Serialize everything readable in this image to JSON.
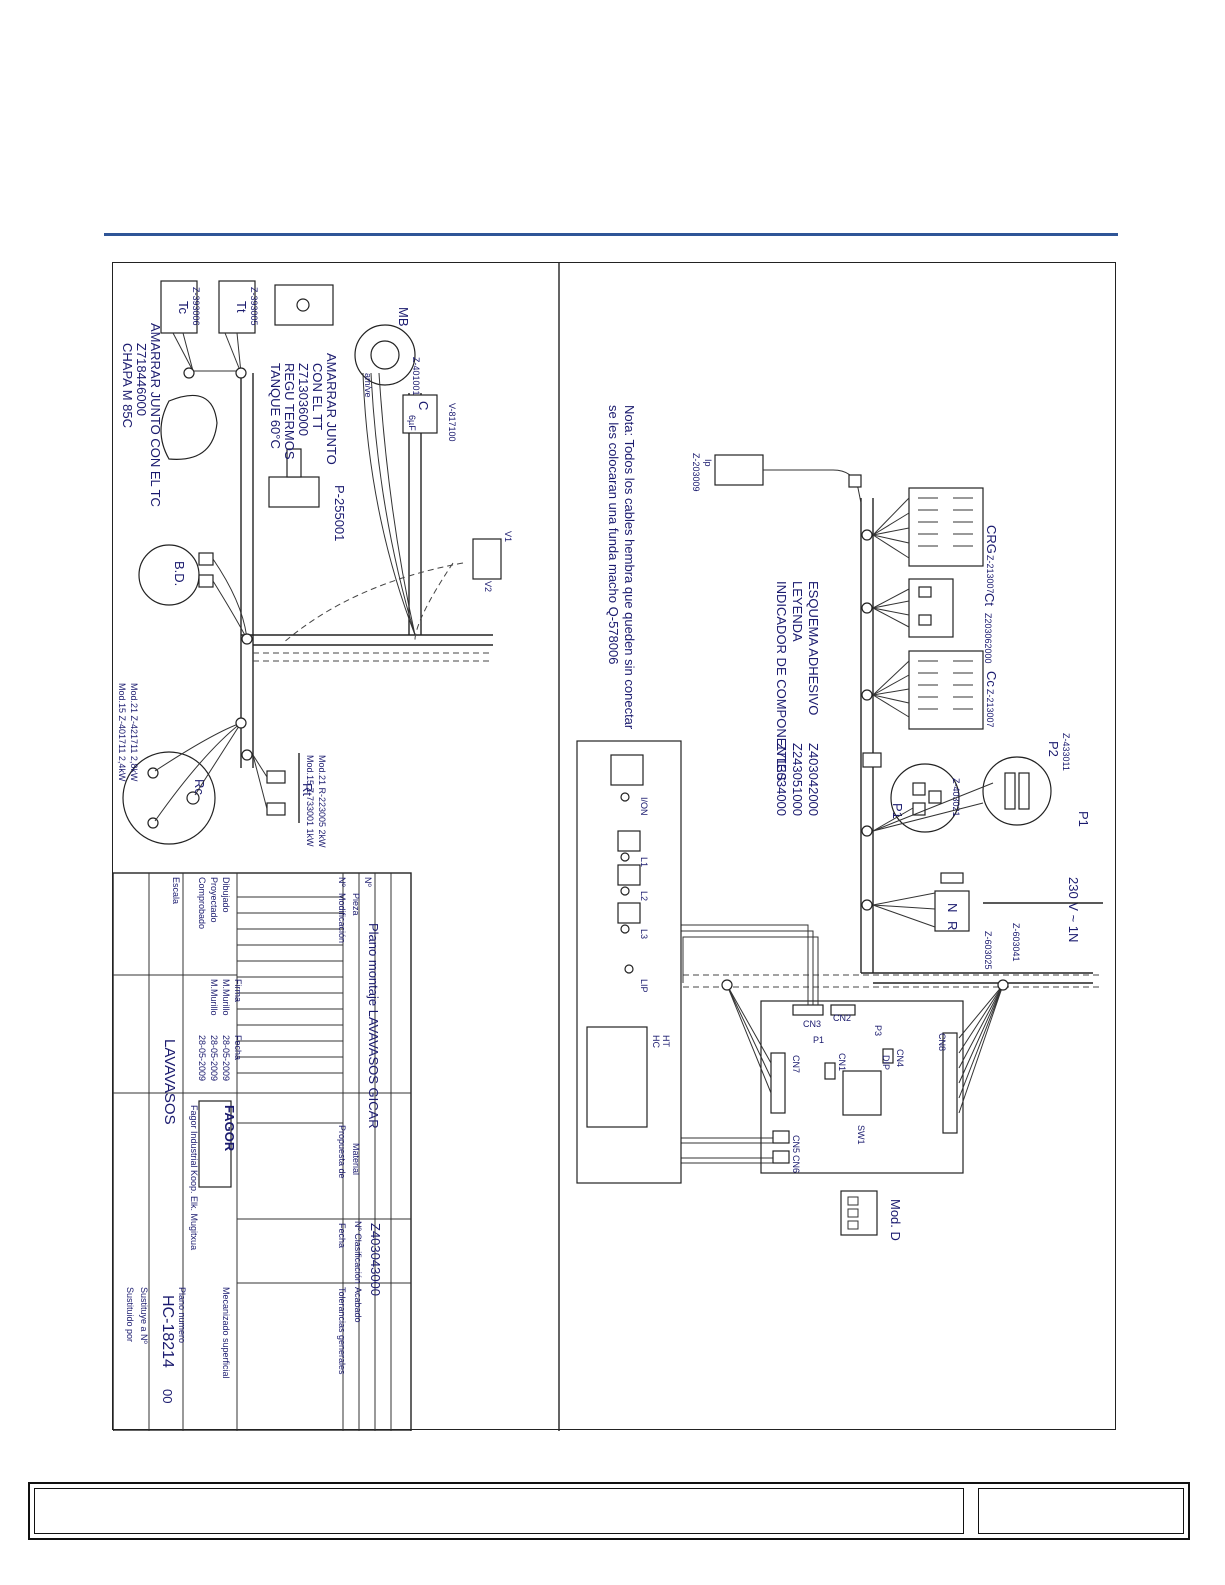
{
  "legend": {
    "title1": "ESQUEMA ADHESIVO",
    "title2": "LEYENDA",
    "title3": "INDICADOR DE COMPONENTES",
    "code1": "Z403042000",
    "code2": "Z243051000",
    "code3": "Z713034000"
  },
  "note": {
    "line1": "Nota: Todos los cables hembra que queden sin conectar",
    "line2": "se les colocaran una funda macho Q-578006"
  },
  "supply": "230 V ~ 1N",
  "mod_d": "Mod. D",
  "components": {
    "crg": "CRG",
    "crg_code": "Z-213007",
    "ct": "Ct",
    "ct_code": "Z203062000",
    "cc": "Cc",
    "cc_code": "Z-213007",
    "p1": "P1",
    "p1_code": "Z-403021",
    "p2": "P2",
    "p2_code": "Z-433011",
    "ip": "Ip",
    "ip_code": "Z-203009",
    "n": "N",
    "r": "R",
    "nr_code1": "Z-603041",
    "nr_code2": "Z-603025",
    "mb": "MB",
    "mb_code": "Z-401001",
    "c": "C",
    "c_val": "6µF",
    "c_code": "V-817100",
    "p_code": "P-255001",
    "v1": "V1",
    "v2": "V2",
    "bd": "B.D.",
    "rc": "Rc",
    "rt": "Rt",
    "tc": "Tc",
    "tt": "Tt",
    "tc_code": "Z-393006",
    "tt_code": "Z-393005"
  },
  "board": {
    "cn1": "CN1",
    "cn2": "CN2",
    "cn3": "CN3",
    "cn4": "CN4",
    "cn5": "CN5",
    "cn6": "CN6",
    "cn7": "CN7",
    "cn8": "CN8",
    "sw1": "SW1",
    "p3": "P3",
    "p1": "P1",
    "dip": "DIP"
  },
  "panel": {
    "ion": "I/ON",
    "l1": "L1",
    "l2": "L2",
    "l3": "L3",
    "lip": "LIP",
    "hc": "HC",
    "ht": "HT"
  },
  "notes_left": {
    "amarrar_tc1": "AMARRAR JUNTO CON EL TC",
    "amarrar_tc2": "Z718446000",
    "amarrar_tc3": "CHAPA M 85C",
    "amarrar_tt1": "AMARRAR JUNTO",
    "amarrar_tt2": "CON EL TT",
    "amarrar_tt3": "Z713036000",
    "amarrar_tt4": "REGU TERMOS",
    "amarrar_tt5": "TANQUE 60°C",
    "amve": "am/ve",
    "rt_mod1": "Mod.21  R-223005  2kW",
    "rt_mod2": "Mod.15  Z-733001  1kW",
    "rc_mod1": "Mod.21  Z-421711  2,8kW",
    "rc_mod2": "Mod.15  Z-401711  2,4kW"
  },
  "titleblock": {
    "num": "Nº",
    "plano_title": "Plano montaje LAVAVASOS  GICAR",
    "pieza": "Pieza",
    "material": "Material",
    "clasif_label": "Nº Clasificación",
    "clasif": "Z403043000",
    "acabado": "Acabado",
    "modificacion": "Modificación",
    "propuesta": "Propuesta de",
    "fecha_h": "Fecha",
    "tolerancias": "Tolerancias generales",
    "dibujado": "Dibujado",
    "proyectado": "Proyectado",
    "comprobado": "Comprobado",
    "escala": "Escala",
    "firma": "Firma",
    "fecha": "Fecha",
    "firma1": "M.Murillo",
    "firma2": "M.Murillo",
    "fecha1": "28-05-2009",
    "fecha2": "28-05-2009",
    "fecha3": "28-05-2009",
    "fagor": "FAGOR",
    "company": "Fagor Industrial Koop. Elk. Mugitxua",
    "mecanizado": "Mecanizado superficial",
    "product": "LAVAVASOS",
    "plano_num_label": "Plano numero",
    "plano_num": "HC-18214",
    "rev": "00",
    "sustituye": "Sustituye a Nº",
    "sustituido": "Sustituido por"
  }
}
